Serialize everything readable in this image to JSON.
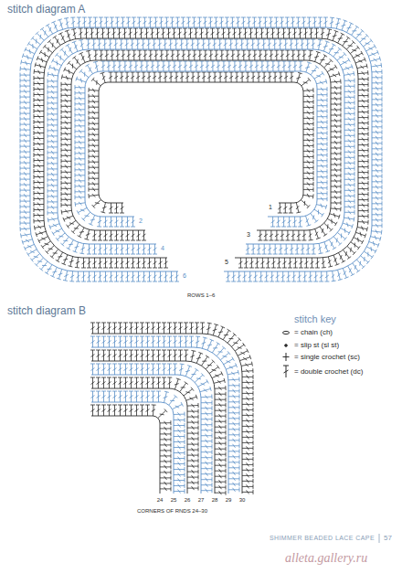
{
  "diagram": {
    "labels": [
      "stitch diagram A",
      "1",
      "2",
      "3",
      "4",
      "5",
      "6",
      "ROWS 1–6",
      "stitch diagram B",
      "stitch key",
      "24",
      "25",
      "26",
      "27",
      "28",
      "29",
      "30",
      "CORNERS OF RNDS 24–30",
      "SHIMMER BEADED LACE CAPE",
      "57",
      "alleta.gallery.ru"
    ],
    "legend": [
      {
        "text": "= chain (ch)"
      },
      {
        "text": "= slip st (sl st)"
      },
      {
        "text": "= single crochet (sc)"
      },
      {
        "text": "= double crochet (dc)"
      }
    ]
  }
}
